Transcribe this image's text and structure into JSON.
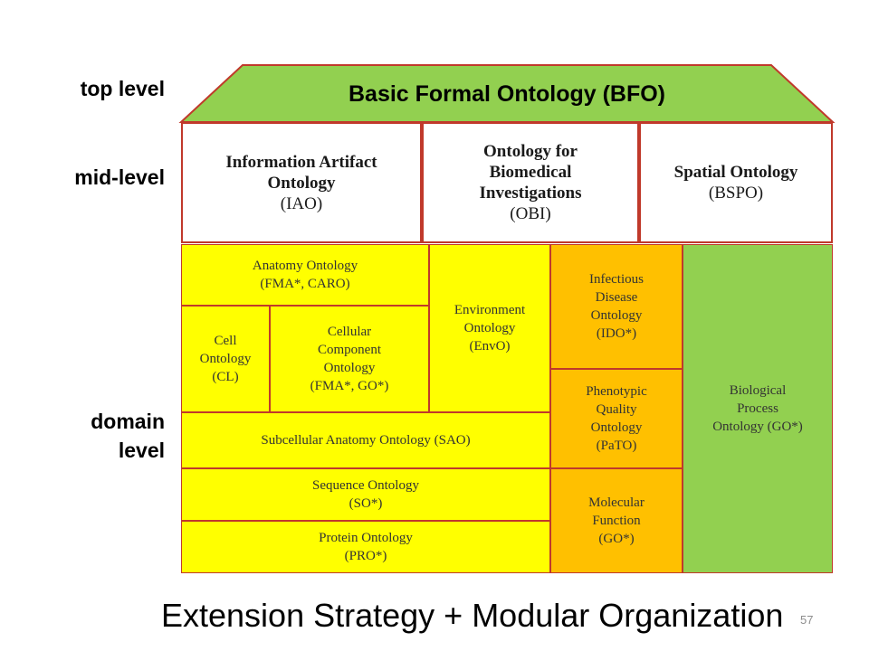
{
  "levels": {
    "top": "top level",
    "mid": "mid-level",
    "domain_line1": "domain",
    "domain_line2": "level"
  },
  "bfo": {
    "label": "Basic Formal Ontology (BFO)"
  },
  "mid_level": {
    "iao": {
      "line1": "Information Artifact",
      "line2": "Ontology",
      "abbr": "(IAO)"
    },
    "obi": {
      "line1": "Ontology for",
      "line2": "Biomedical",
      "line3": "Investigations",
      "abbr": "(OBI)"
    },
    "bspo": {
      "line1": "Spatial Ontology",
      "abbr": "(BSPO)"
    }
  },
  "domain": {
    "anatomy": {
      "line1": "Anatomy Ontology",
      "line2": "(FMA*, CARO)"
    },
    "environment": {
      "line1": "Environment",
      "line2": "Ontology",
      "line3": "(EnvO)"
    },
    "infectious": {
      "line1": "Infectious",
      "line2": "Disease",
      "line3": "Ontology",
      "line4": "(IDO*)"
    },
    "bio_process": {
      "line1": "Biological",
      "line2": "Process",
      "line3": "Ontology (GO*)"
    },
    "cell": {
      "line1": "Cell",
      "line2": "Ontology",
      "line3": "(CL)"
    },
    "cellular_component": {
      "line1": "Cellular",
      "line2": "Component",
      "line3": "Ontology",
      "line4": "(FMA*, GO*)"
    },
    "phenotypic": {
      "line1": "Phenotypic",
      "line2": "Quality",
      "line3": "Ontology",
      "line4": "(PaTO)"
    },
    "subcellular": {
      "line1": "Subcellular Anatomy Ontology (SAO)"
    },
    "sequence": {
      "line1": "Sequence Ontology",
      "line2": "(SO*)"
    },
    "molecular": {
      "line1": "Molecular",
      "line2": "Function",
      "line3": "(GO*)"
    },
    "protein": {
      "line1": "Protein Ontology",
      "line2": "(PRO*)"
    }
  },
  "caption": "Extension Strategy +  Modular Organization",
  "page_number": "57",
  "colors": {
    "bfo_green": "#92d050",
    "border_red": "#c0392b",
    "yellow": "#ffff00",
    "orange": "#ffc000"
  }
}
